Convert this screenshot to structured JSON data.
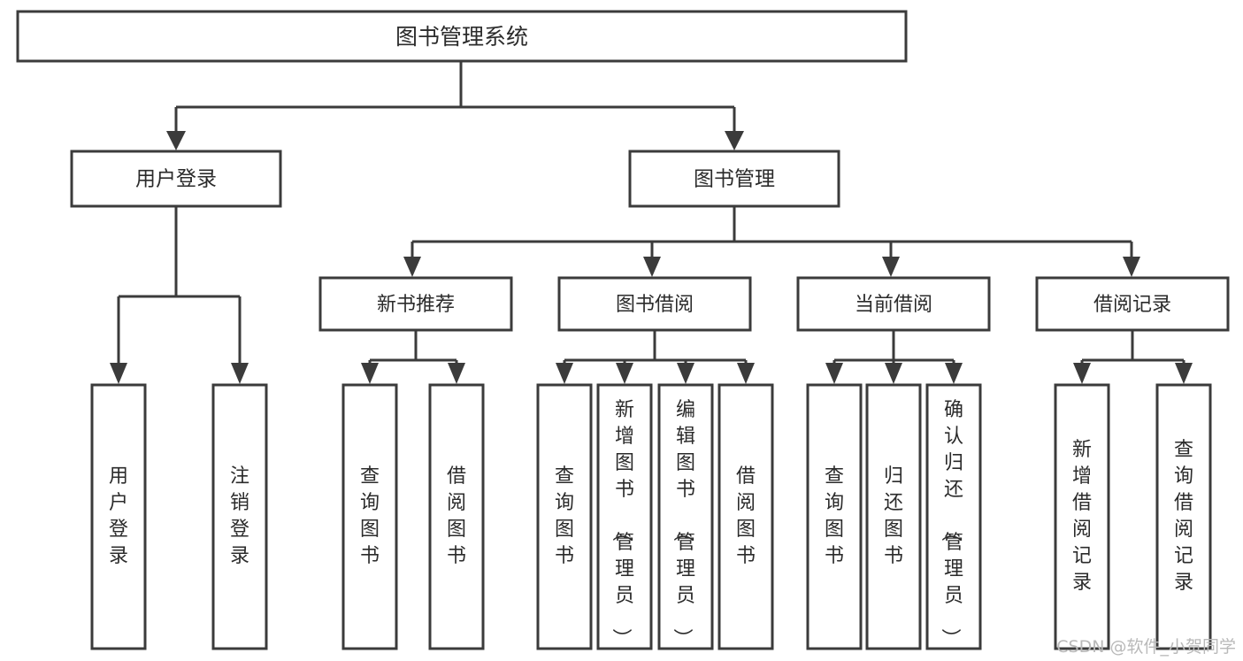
{
  "diagram": {
    "type": "tree",
    "title": "图书管理系统",
    "watermark": "CSDN @软件_小贺同学",
    "nodes": {
      "root": {
        "label": "图书管理系统",
        "level": 1
      },
      "user_login": {
        "label": "用户登录",
        "level": 2
      },
      "book_manage": {
        "label": "图书管理",
        "level": 2
      },
      "new_book_rec": {
        "label": "新书推荐",
        "level": 3
      },
      "book_borrow": {
        "label": "图书借阅",
        "level": 3
      },
      "current_borrow": {
        "label": "当前借阅",
        "level": 3
      },
      "borrow_record": {
        "label": "借阅记录",
        "level": 3
      },
      "leaf_user_login": {
        "label": "用户登录",
        "level": 4
      },
      "leaf_logout": {
        "label": "注销登录",
        "level": 4
      },
      "leaf_query_book_1": {
        "label": "查询图书",
        "level": 4
      },
      "leaf_borrow_book_1": {
        "label": "借阅图书",
        "level": 4
      },
      "leaf_query_book_2": {
        "label": "查询图书",
        "level": 4
      },
      "leaf_add_book": {
        "label": "新增图书（管理员）",
        "level": 4
      },
      "leaf_edit_book": {
        "label": "编辑图书（管理员）",
        "level": 4
      },
      "leaf_borrow_book_2": {
        "label": "借阅图书",
        "level": 4
      },
      "leaf_query_book_3": {
        "label": "查询图书",
        "level": 4
      },
      "leaf_return_book": {
        "label": "归还图书",
        "level": 4
      },
      "leaf_confirm_return": {
        "label": "确认归还（管理员）",
        "level": 4
      },
      "leaf_add_record": {
        "label": "新增借阅记录",
        "level": 4
      },
      "leaf_query_record": {
        "label": "查询借阅记录",
        "level": 4
      }
    },
    "edges": [
      {
        "from": "root",
        "to": "user_login"
      },
      {
        "from": "root",
        "to": "book_manage"
      },
      {
        "from": "user_login",
        "to": "leaf_user_login"
      },
      {
        "from": "user_login",
        "to": "leaf_logout"
      },
      {
        "from": "book_manage",
        "to": "new_book_rec"
      },
      {
        "from": "book_manage",
        "to": "book_borrow"
      },
      {
        "from": "book_manage",
        "to": "current_borrow"
      },
      {
        "from": "book_manage",
        "to": "borrow_record"
      },
      {
        "from": "new_book_rec",
        "to": "leaf_query_book_1"
      },
      {
        "from": "new_book_rec",
        "to": "leaf_borrow_book_1"
      },
      {
        "from": "book_borrow",
        "to": "leaf_query_book_2"
      },
      {
        "from": "book_borrow",
        "to": "leaf_add_book"
      },
      {
        "from": "book_borrow",
        "to": "leaf_edit_book"
      },
      {
        "from": "book_borrow",
        "to": "leaf_borrow_book_2"
      },
      {
        "from": "current_borrow",
        "to": "leaf_query_book_3"
      },
      {
        "from": "current_borrow",
        "to": "leaf_return_book"
      },
      {
        "from": "current_borrow",
        "to": "leaf_confirm_return"
      },
      {
        "from": "borrow_record",
        "to": "leaf_add_record"
      },
      {
        "from": "borrow_record",
        "to": "leaf_query_record"
      }
    ],
    "colors": {
      "box_fill": "#ffffff",
      "box_stroke": "#3b3b3b",
      "text": "#2b2b2b",
      "watermark": "#b9b9b9",
      "background": "#ffffff"
    }
  }
}
